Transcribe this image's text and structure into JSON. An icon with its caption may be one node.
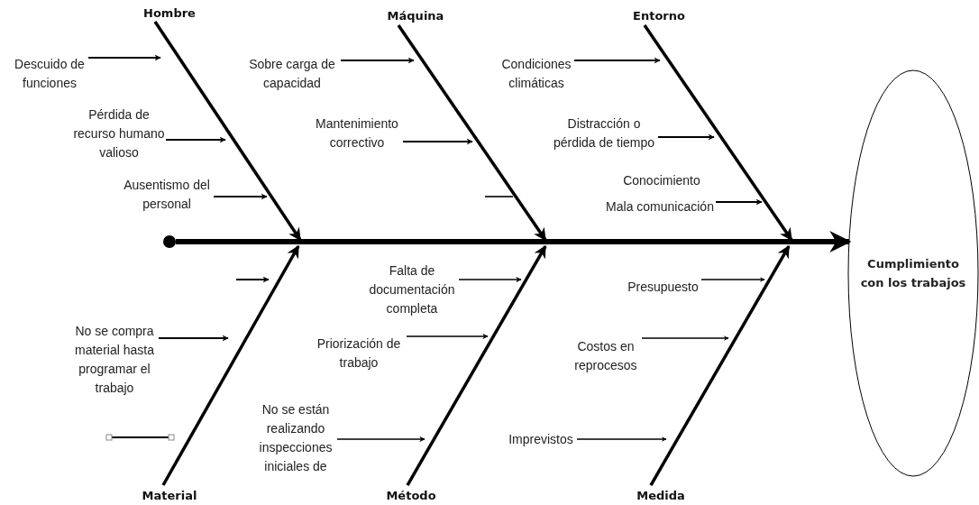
{
  "diagram": {
    "nodes": [
      {
        "text": [
          "Hombre"
        ]
      },
      {
        "text": [
          "Descuido de funciones"
        ]
      },
      {
        "text": [
          "Pérdida de recurso humano valioso"
        ]
      },
      {
        "text": [
          "Ausentismo del personal"
        ]
      },
      {
        "text": [
          "Máquina"
        ]
      },
      {
        "text": [
          "Sobre carga de capacidad"
        ]
      },
      {
        "text": [
          "Mantenimiento correctivo"
        ]
      },
      {
        "text": [
          "Entorno"
        ]
      },
      {
        "text": [
          "Condiciones climáticas"
        ]
      },
      {
        "text": [
          "Distracción o pérdida de tiempo"
        ]
      },
      {
        "text": [
          "Conocimiento"
        ]
      },
      {
        "text": [
          "Mala comunicación"
        ]
      },
      {
        "text": [
          "Material"
        ]
      },
      {
        "text": [
          "No se compra material hasta programar el trabajo"
        ]
      },
      {
        "text": [
          "Método"
        ]
      },
      {
        "text": [
          "Falta de documentación completa"
        ]
      },
      {
        "text": [
          "Priorización de trabajo"
        ]
      },
      {
        "text": [
          "No se están realizando inspecciones iniciales de"
        ]
      },
      {
        "text": [
          "Medida"
        ]
      },
      {
        "text": [
          "Presupuesto"
        ]
      },
      {
        "text": [
          "Costos en reprocesos"
        ]
      },
      {
        "text": [
          "Imprevistos"
        ]
      },
      {
        "text": [],
        "shape": "circle"
      },
      {
        "text": [
          "Cumplimiento con los trabajos"
        ]
      }
    ],
    "edges": [
      {
        "from": 22,
        "to": 23,
        "arrow": "to",
        "style": "thick"
      },
      {
        "from": 0,
        "to": null,
        "arrow": "to",
        "style": "thick"
      },
      {
        "from": 1,
        "to": null,
        "arrow": "to"
      },
      {
        "from": 2,
        "to": null,
        "arrow": "to"
      },
      {
        "from": 3,
        "to": null,
        "arrow": "to"
      },
      {
        "from": 4,
        "to": null,
        "arrow": "to",
        "style": "thick"
      },
      {
        "from": 5,
        "to": null,
        "arrow": "to"
      },
      {
        "from": 6,
        "to": null,
        "arrow": "to"
      },
      {
        "from": 7,
        "to": null,
        "arrow": "to",
        "style": "thick"
      },
      {
        "from": 8,
        "to": null,
        "arrow": "to"
      },
      {
        "from": 9,
        "to": null,
        "arrow": "to"
      },
      {
        "from": 11,
        "to": null,
        "arrow": "to"
      },
      {
        "from": 12,
        "to": null,
        "arrow": "to",
        "style": "thick"
      },
      {
        "from": 13,
        "to": null,
        "arrow": "to"
      },
      {
        "from": 14,
        "to": null,
        "arrow": "to",
        "style": "thick"
      },
      {
        "from": 15,
        "to": null,
        "arrow": "to"
      },
      {
        "from": 16,
        "to": null,
        "arrow": "to"
      },
      {
        "from": 17,
        "to": null,
        "arrow": "to"
      },
      {
        "from": 18,
        "to": null,
        "arrow": "to",
        "style": "thick"
      },
      {
        "from": 19,
        "to": null,
        "arrow": "to"
      },
      {
        "from": 20,
        "to": null,
        "arrow": "to"
      },
      {
        "from": 21,
        "to": null,
        "arrow": "to"
      }
    ]
  }
}
